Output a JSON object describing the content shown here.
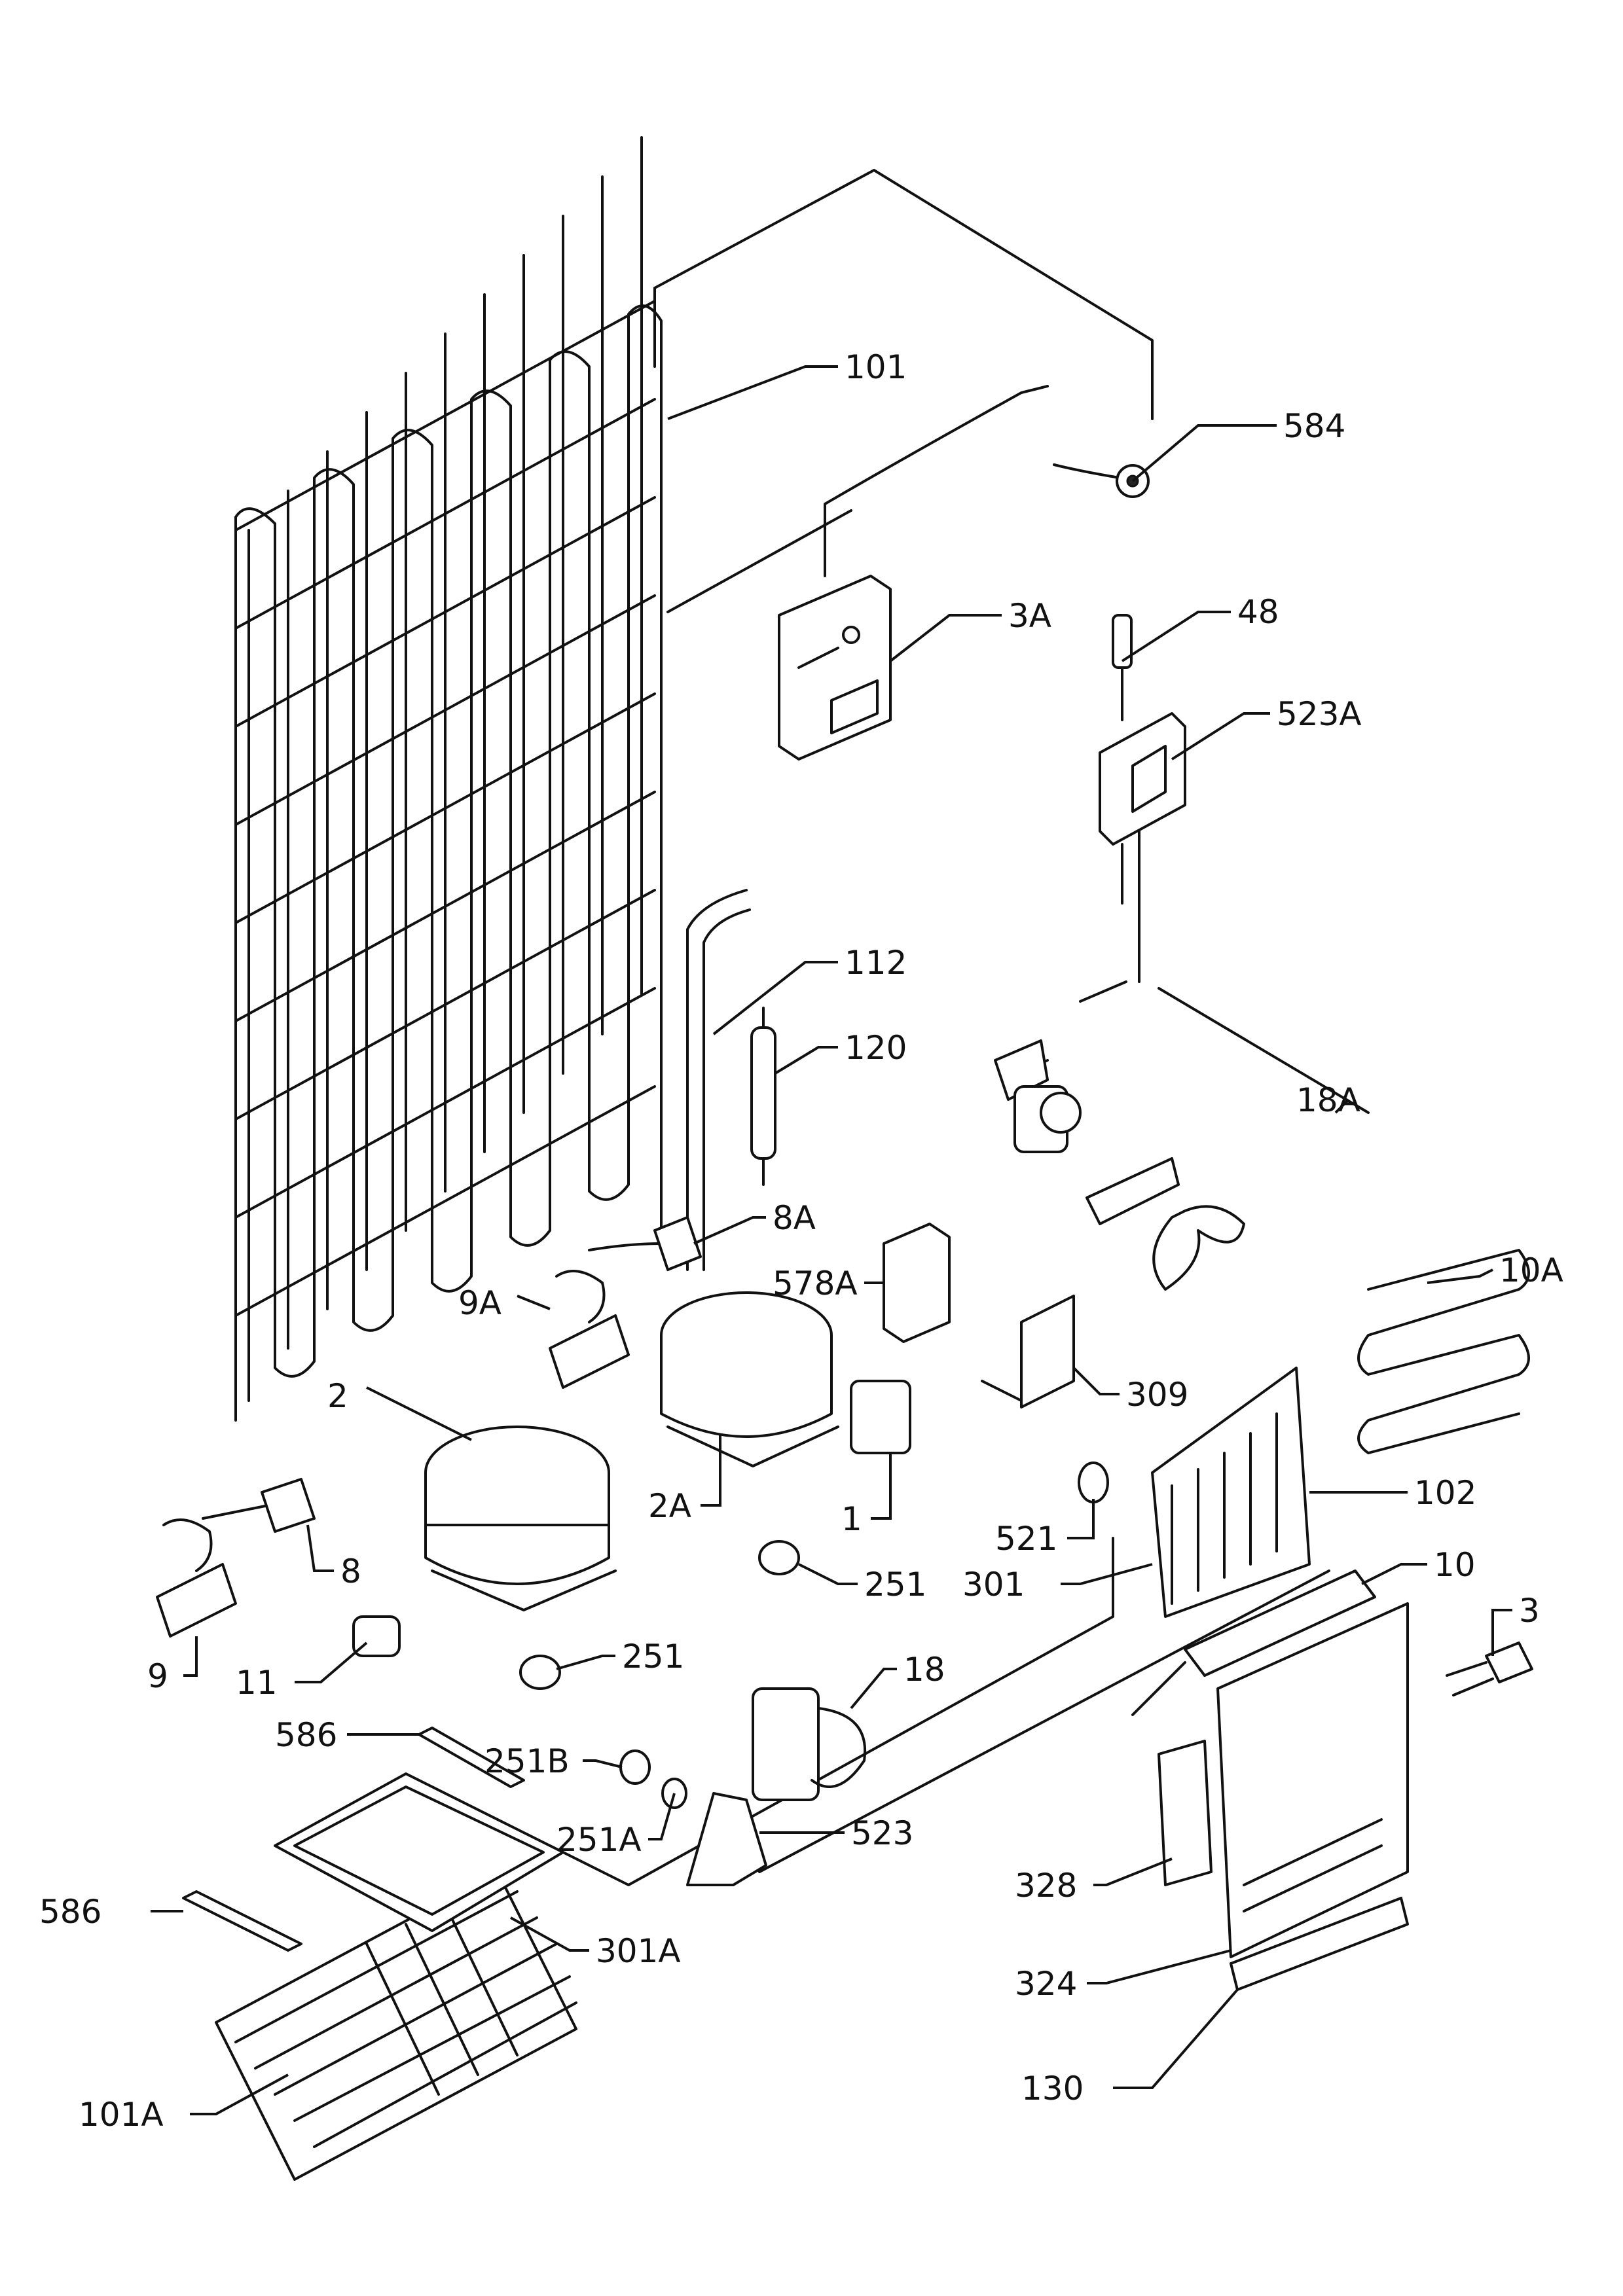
{
  "callouts": [
    {
      "id": "101",
      "text": "101"
    },
    {
      "id": "584",
      "text": "584"
    },
    {
      "id": "3A",
      "text": "3A"
    },
    {
      "id": "48",
      "text": "48"
    },
    {
      "id": "523A",
      "text": "523A"
    },
    {
      "id": "112",
      "text": "112"
    },
    {
      "id": "120",
      "text": "120"
    },
    {
      "id": "18A",
      "text": "18A"
    },
    {
      "id": "8A",
      "text": "8A"
    },
    {
      "id": "578A",
      "text": "578A"
    },
    {
      "id": "9A",
      "text": "9A"
    },
    {
      "id": "10A",
      "text": "10A"
    },
    {
      "id": "2",
      "text": "2"
    },
    {
      "id": "309",
      "text": "309"
    },
    {
      "id": "2A",
      "text": "2A"
    },
    {
      "id": "1",
      "text": "1"
    },
    {
      "id": "521",
      "text": "521"
    },
    {
      "id": "102",
      "text": "102"
    },
    {
      "id": "8",
      "text": "8"
    },
    {
      "id": "251a",
      "text": "251"
    },
    {
      "id": "301",
      "text": "301"
    },
    {
      "id": "10",
      "text": "10"
    },
    {
      "id": "3",
      "text": "3"
    },
    {
      "id": "9",
      "text": "9"
    },
    {
      "id": "11",
      "text": "11"
    },
    {
      "id": "251b",
      "text": "251"
    },
    {
      "id": "18",
      "text": "18"
    },
    {
      "id": "586a",
      "text": "586"
    },
    {
      "id": "251B",
      "text": "251B"
    },
    {
      "id": "251A",
      "text": "251A"
    },
    {
      "id": "523",
      "text": "523"
    },
    {
      "id": "328",
      "text": "328"
    },
    {
      "id": "586b",
      "text": "586"
    },
    {
      "id": "301A",
      "text": "301A"
    },
    {
      "id": "324",
      "text": "324"
    },
    {
      "id": "130",
      "text": "130"
    },
    {
      "id": "101A",
      "text": "101A"
    }
  ]
}
